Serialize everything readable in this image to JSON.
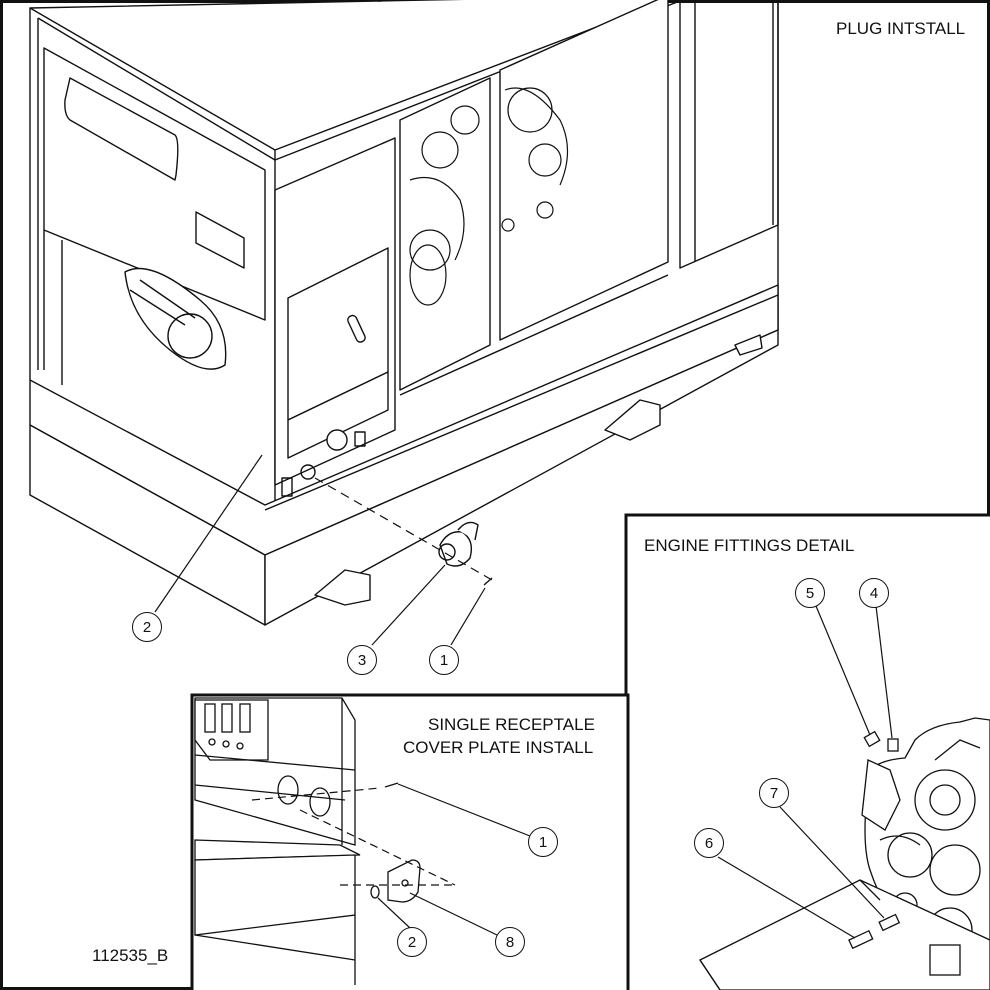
{
  "titles": {
    "plug_install": "PLUG INTSTALL",
    "engine_fittings": "ENGINE FITTINGS DETAIL",
    "single_receptacle_line1": "SINGLE RECEPTALE",
    "single_receptacle_line2": "COVER PLATE INSTALL",
    "drawing_number": "112535_B"
  },
  "callouts": {
    "plug_install": [
      "2",
      "3",
      "1"
    ],
    "engine_fittings": [
      "5",
      "4",
      "7",
      "6"
    ],
    "cover_plate": [
      "1",
      "2",
      "8"
    ]
  }
}
